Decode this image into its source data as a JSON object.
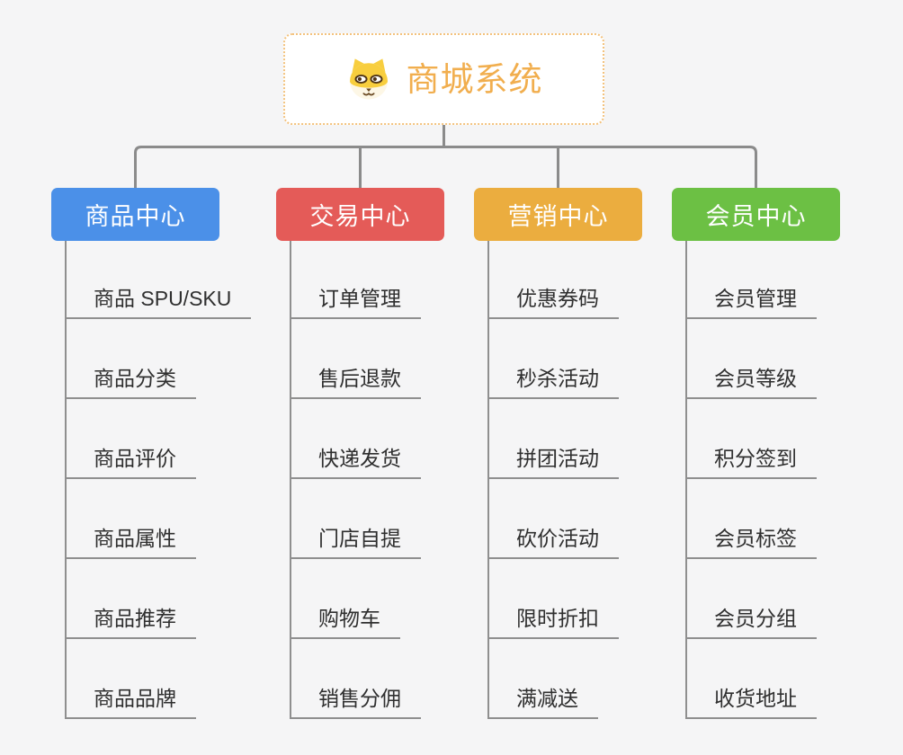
{
  "root": {
    "label": "商城系统",
    "icon": "dog-face-icon"
  },
  "branches": [
    {
      "label": "商品中心",
      "color": "#4b90e8",
      "items": [
        "商品 SPU/SKU",
        "商品分类",
        "商品评价",
        "商品属性",
        "商品推荐",
        "商品品牌"
      ]
    },
    {
      "label": "交易中心",
      "color": "#e45b58",
      "items": [
        "订单管理",
        "售后退款",
        "快递发货",
        "门店自提",
        "购物车",
        "销售分佣"
      ]
    },
    {
      "label": "营销中心",
      "color": "#ebad3f",
      "items": [
        "优惠券码",
        "秒杀活动",
        "拼团活动",
        "砍价活动",
        "限时折扣",
        "满减送"
      ]
    },
    {
      "label": "会员中心",
      "color": "#6cc044",
      "items": [
        "会员管理",
        "会员等级",
        "积分签到",
        "会员标签",
        "会员分组",
        "收货地址"
      ]
    }
  ],
  "colors": {
    "background": "#f5f5f6",
    "connector": "#8b8b8b",
    "leaf_line": "#8f8f8f",
    "leaf_text": "#2f2f2f",
    "root_text": "#f1ae4e",
    "root_border": "#f3c27d",
    "node_text": "#ffffff"
  }
}
